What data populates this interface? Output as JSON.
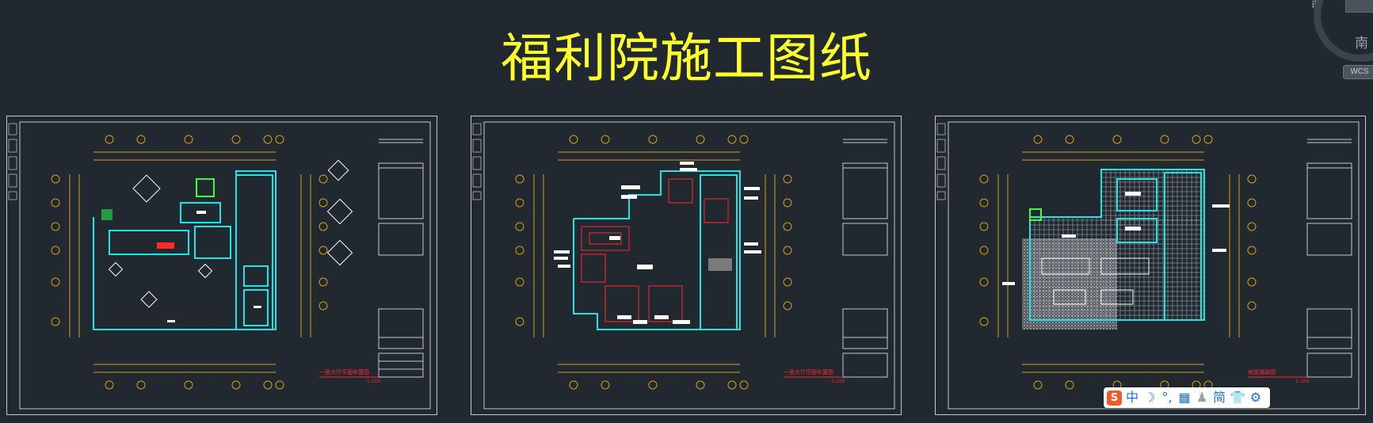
{
  "title": "福利院施工图纸",
  "viewcube": {
    "west_label": "西",
    "south_label": "南",
    "wcs_label": "WCS"
  },
  "sheets": [
    {
      "name": "floor-plan-layout",
      "caption": "一层大厅平面布置图",
      "scale": "1:100"
    },
    {
      "name": "ceiling-plan",
      "caption": "一层大厅顶面布置图",
      "scale": "1:100"
    },
    {
      "name": "floor-material-plan",
      "caption": "地面铺装图",
      "scale": "1:100"
    }
  ],
  "ime_toolbar": {
    "logo": "S",
    "items": [
      {
        "name": "chinese-mode",
        "label": "中"
      },
      {
        "name": "moon-icon",
        "label": "☽"
      },
      {
        "name": "punctuation-icon",
        "label": "°,"
      },
      {
        "name": "keyboard-icon",
        "label": "▦"
      },
      {
        "name": "user-icon",
        "label": "♟"
      },
      {
        "name": "simplified-mode",
        "label": "简"
      },
      {
        "name": "skin-icon",
        "label": "👕"
      },
      {
        "name": "settings-icon",
        "label": "⚙"
      }
    ]
  },
  "colors": {
    "background": "#212830",
    "title": "#ffff2a",
    "wall": "#19e6e6",
    "axis": "#d4a017",
    "frame": "#c8c8c8",
    "red": "#ff2a2a"
  }
}
